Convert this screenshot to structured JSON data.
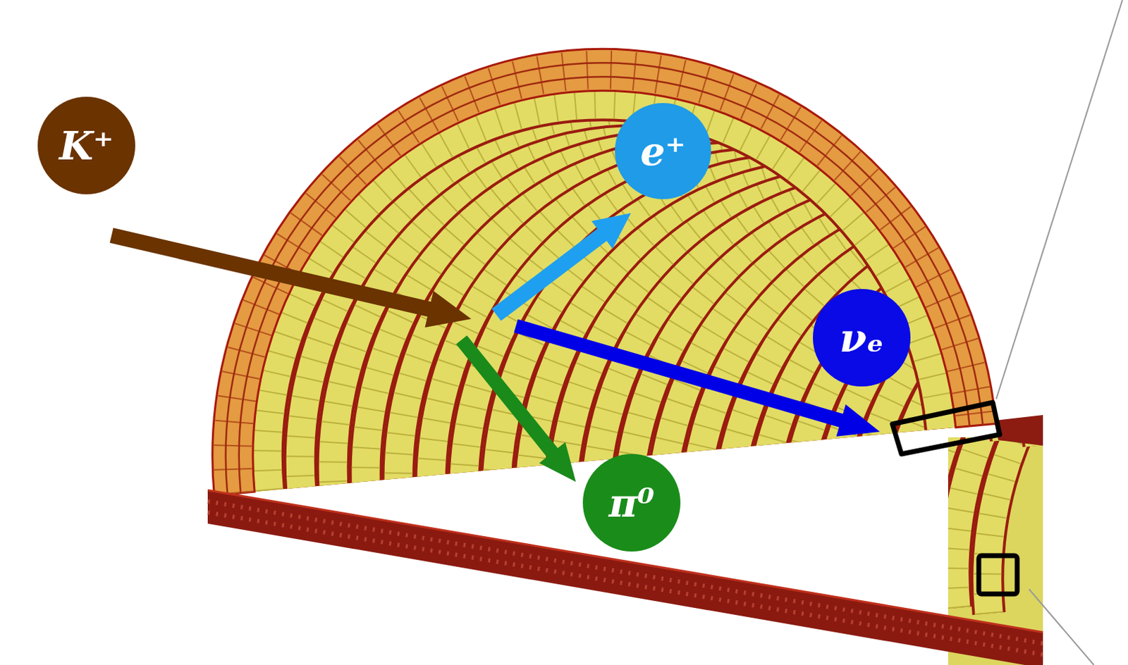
{
  "diagram": {
    "nodes": [
      {
        "text": [
          "K⁺"
        ]
      },
      {
        "text": [
          "e⁺"
        ]
      },
      {
        "text": [
          "νₑ"
        ]
      },
      {
        "text": [
          "π⁰"
        ]
      }
    ]
  }
}
